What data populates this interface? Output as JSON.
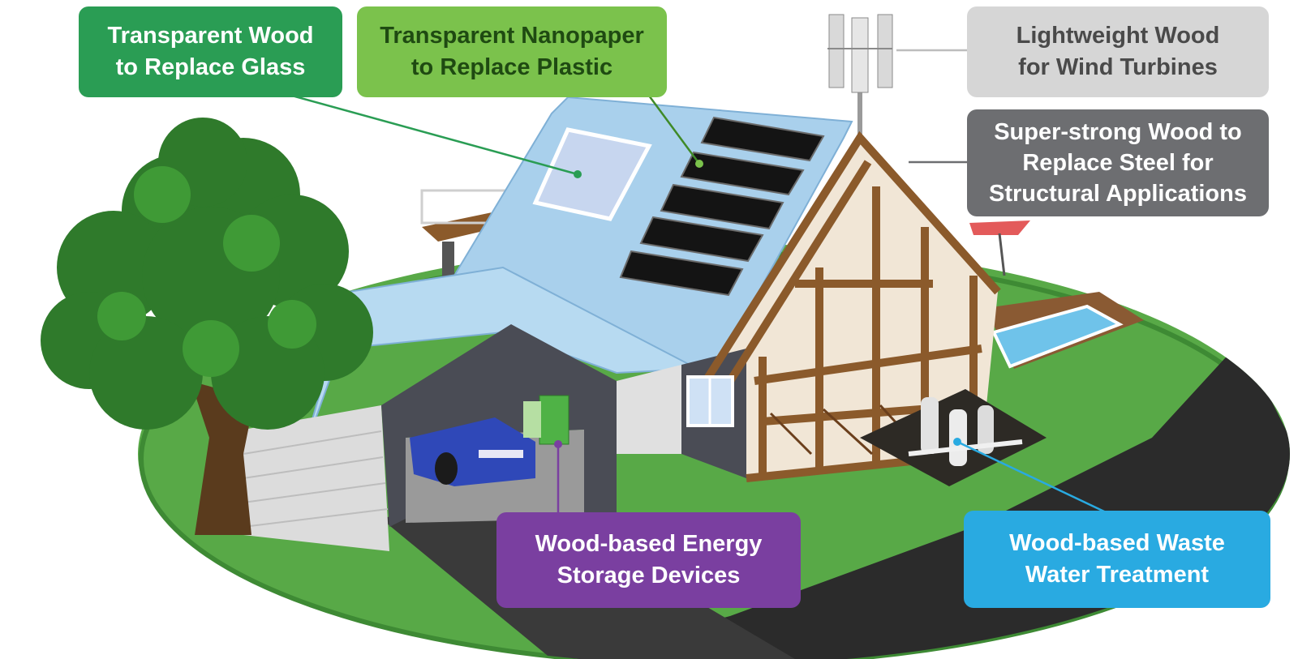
{
  "callouts": {
    "transparent_wood": {
      "lines": [
        "Transparent Wood",
        "to Replace Glass"
      ],
      "color": "#2a9d54",
      "text_color": "#ffffff"
    },
    "nanopaper": {
      "lines": [
        "Transparent Nanopaper",
        "to Replace Plastic"
      ],
      "color": "#7bc24c",
      "text_color": "#1f4a12"
    },
    "wind": {
      "lines": [
        "Lightweight Wood",
        "for Wind Turbines"
      ],
      "color": "#d6d6d6",
      "text_color": "#4a4a4a"
    },
    "steel": {
      "lines": [
        "Super-strong Wood to",
        "Replace Steel for",
        "Structural Applications"
      ],
      "color": "#6d6e71",
      "text_color": "#ffffff"
    },
    "energy": {
      "lines": [
        "Wood-based Energy",
        "Storage Devices"
      ],
      "color": "#7a3fa0",
      "text_color": "#ffffff"
    },
    "water": {
      "lines": [
        "Wood-based Waste",
        "Water Treatment"
      ],
      "color": "#29aae1",
      "text_color": "#ffffff"
    }
  }
}
